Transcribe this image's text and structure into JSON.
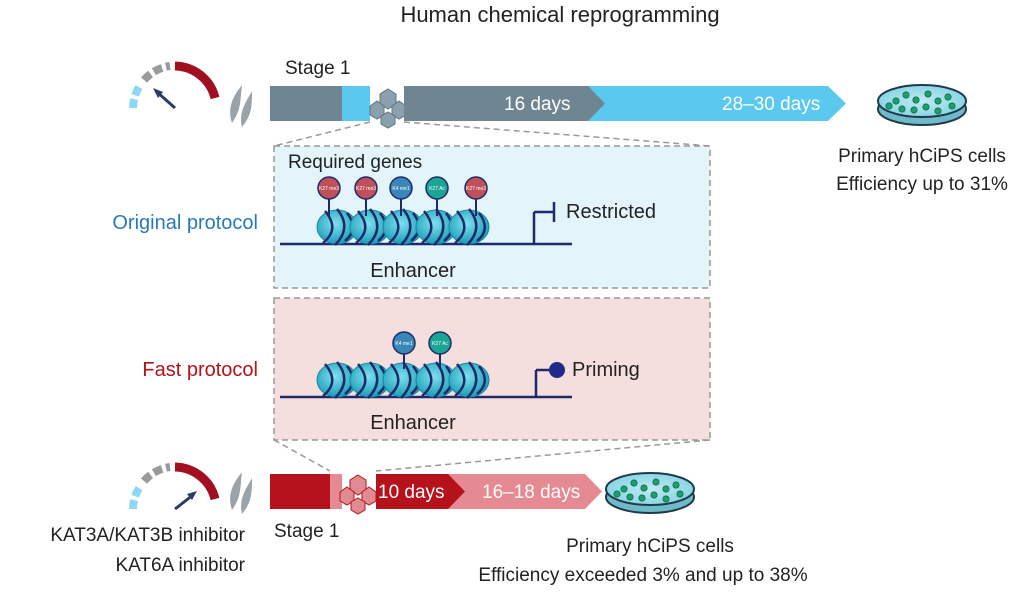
{
  "title": "Human chemical reprogramming",
  "top_timeline": {
    "stage_label": "Stage 1",
    "arrow1_label": "16 days",
    "arrow2_label": "28–30 days",
    "result_line1": "Primary hCiPS cells",
    "result_line2": "Efficiency up to 31%"
  },
  "original_panel": {
    "side_label": "Original protocol",
    "genes_label": "Required genes",
    "marks": [
      "K27 me3",
      "K27 me3",
      "K4 me1",
      "K27 Ac",
      "K27 me3"
    ],
    "state_label": "Restricted",
    "enhancer_label": "Enhancer"
  },
  "fast_panel": {
    "side_label": "Fast protocol",
    "marks": [
      "K4 me1",
      "K27 Ac"
    ],
    "state_label": "Priming",
    "enhancer_label": "Enhancer"
  },
  "bottom_timeline": {
    "stage_label": "Stage 1",
    "arrow1_label": "10 days",
    "arrow2_label": "16–18 days",
    "inhibitor1": "KAT3A/KAT3B inhibitor",
    "inhibitor2": "KAT6A inhibitor",
    "result_line1": "Primary hCiPS cells",
    "result_line2": "Efficiency exceeded 3% and up to 38%"
  },
  "colors": {
    "light_blue": "#5bc8f0",
    "gray_bar": "#6f8591",
    "dark_red": "#b5121b",
    "pink": "#e58a92",
    "panel_blue": "#e4f4fb",
    "panel_pink": "#f5dede",
    "nucleosome": "#2eb0c6",
    "dna": "#1f2a6b",
    "blue_text": "#2a7ab8",
    "red_text": "#b5121b",
    "mark_red": "#c0505a",
    "mark_blue": "#3a86b8",
    "mark_teal": "#1aa595"
  }
}
